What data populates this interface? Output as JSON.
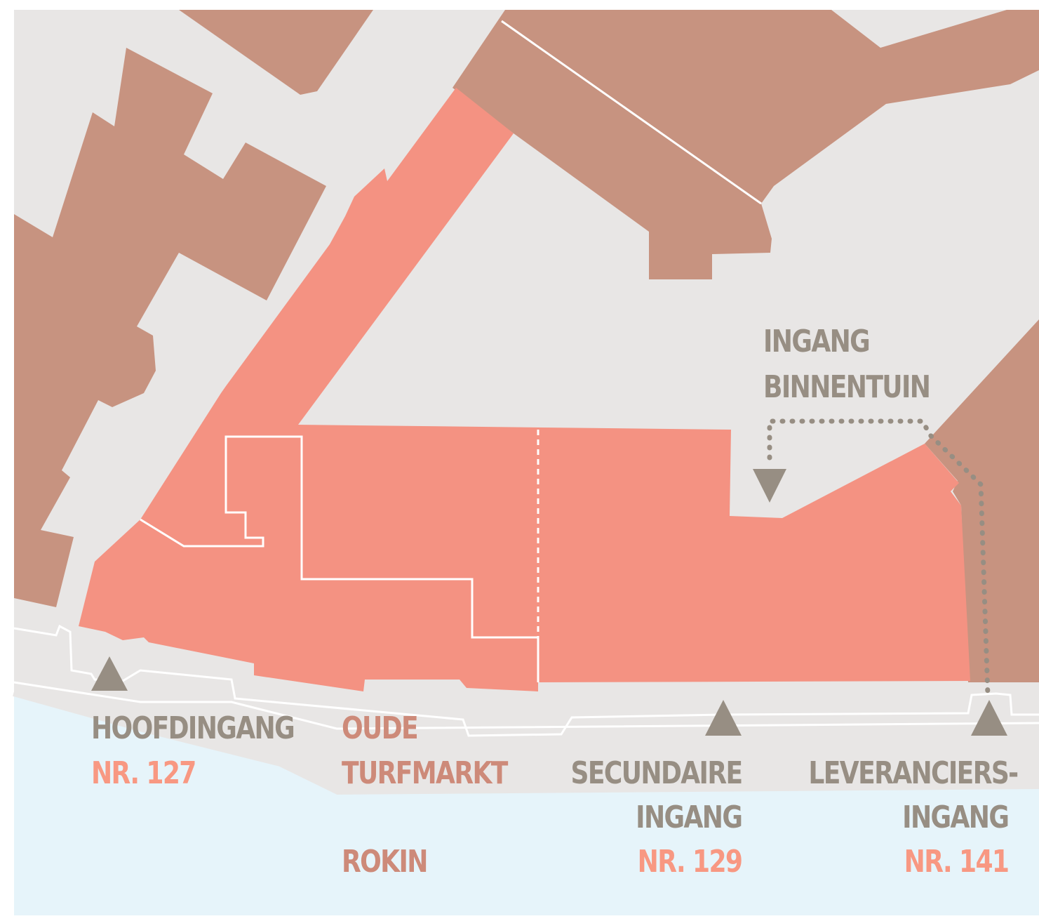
{
  "map": {
    "colors": {
      "ground": "#e8e6e5",
      "water": "#e6f4fa",
      "buildings": "#c79380",
      "venue": "#f49282",
      "markers": "#978e83",
      "outlines": "#ffffff",
      "label_gray": "#978e83",
      "label_accent": "#f89882",
      "label_street": "#cd8a79"
    },
    "entrances": [
      {
        "id": "hoofdingang",
        "name": "HOOFDINGANG",
        "number": "NR. 127"
      },
      {
        "id": "secundaire",
        "name_line1": "SECUNDAIRE",
        "name_line2": "INGANG",
        "number": "NR. 129"
      },
      {
        "id": "leveranciers",
        "name_line1": "LEVERANCIERS-",
        "name_line2": "INGANG",
        "number": "NR. 141"
      },
      {
        "id": "binnentuin",
        "name_line1": "INGANG",
        "name_line2": "BINNENTUIN"
      }
    ],
    "streets": {
      "oude_turfmarkt_line1": "OUDE",
      "oude_turfmarkt_line2": "TURFMARKT",
      "rokin": "ROKIN"
    },
    "icons": [
      "triangle-marker-icon",
      "dotted-route-line"
    ]
  }
}
